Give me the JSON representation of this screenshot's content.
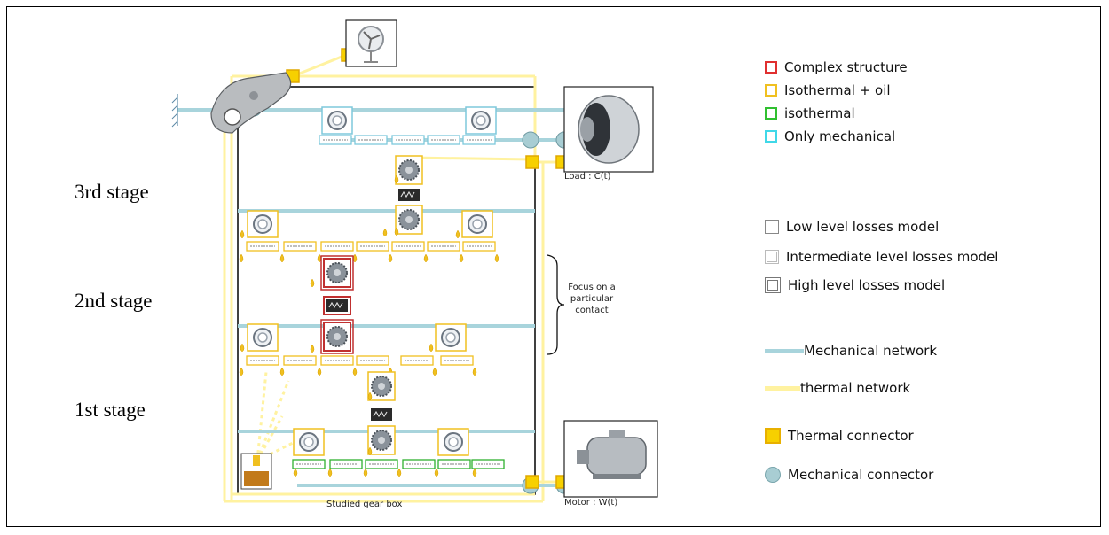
{
  "stages": [
    "3rd stage",
    "2nd stage",
    "1st stage"
  ],
  "labels": {
    "load": "Load : C(t)",
    "motor": "Motor : W(t)",
    "gearbox": "Studied gear box",
    "focus": "Focus on a particular contact"
  },
  "legend": {
    "structure": [
      {
        "label": "Complex structure",
        "color": "#e03030"
      },
      {
        "label": "Isothermal + oil",
        "color": "#f0c020"
      },
      {
        "label": "isothermal",
        "color": "#30c030"
      },
      {
        "label": "Only mechanical",
        "color": "#40d8e8"
      }
    ],
    "models": [
      {
        "label": "Low level losses model",
        "style": "thin"
      },
      {
        "label": "Intermediate level losses model",
        "style": "double-light"
      },
      {
        "label": "High level losses model",
        "style": "thick"
      }
    ],
    "networks": [
      {
        "label": "Mechanical network",
        "color": "#a8d4dc"
      },
      {
        "label": "thermal network",
        "color": "#fff2a0"
      }
    ],
    "connectors": [
      {
        "label": "Thermal connector",
        "color": "#f7d000"
      },
      {
        "label": "Mechanical connector",
        "color": "#a8cdd3"
      }
    ]
  },
  "colors": {
    "mech": "#a8d4dc",
    "thermal": "#fff2a0",
    "orange": "#f0c020",
    "red": "#c03030",
    "green": "#30b030",
    "cyan": "#7ec8dc",
    "drop": "#f0c020"
  },
  "icons": {
    "fan": "fan-icon",
    "housing": "housing-icon",
    "load_machine": "load-machine-icon",
    "motor": "electric-motor-icon",
    "oil_sump": "oil-sump-icon",
    "bearing": "bearing-icon",
    "gear": "gear-icon",
    "contact": "gear-contact-icon",
    "shaft": "shaft-element-icon",
    "drop": "oil-drop-icon",
    "ground": "ground-icon"
  }
}
